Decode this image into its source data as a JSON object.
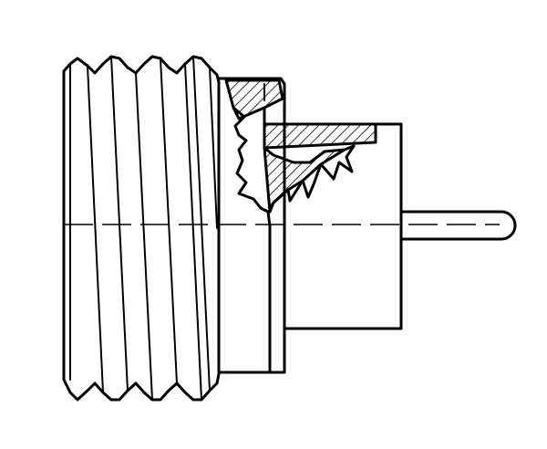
{
  "figure": {
    "subject": "coaxial-connector-plug-side-view",
    "colors": {
      "line": "#000000",
      "background": "#ffffff"
    },
    "components": [
      "threaded-coupling-nut",
      "connector-body",
      "sectioned-crimp-ferrule",
      "rear-housing",
      "center-pin",
      "center-axis"
    ]
  }
}
